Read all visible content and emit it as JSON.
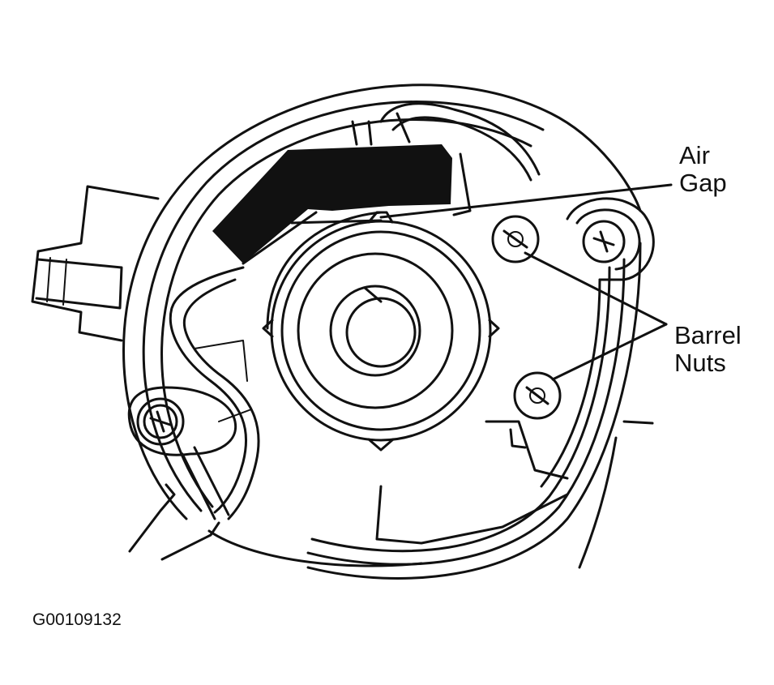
{
  "labels": {
    "air_gap_line1": "Air",
    "air_gap_line2": "Gap",
    "barrel_nuts_line1": "Barrel",
    "barrel_nuts_line2": "Nuts",
    "figure_code": "G00109132"
  },
  "colors": {
    "ink": "#111111",
    "background": "#ffffff"
  }
}
